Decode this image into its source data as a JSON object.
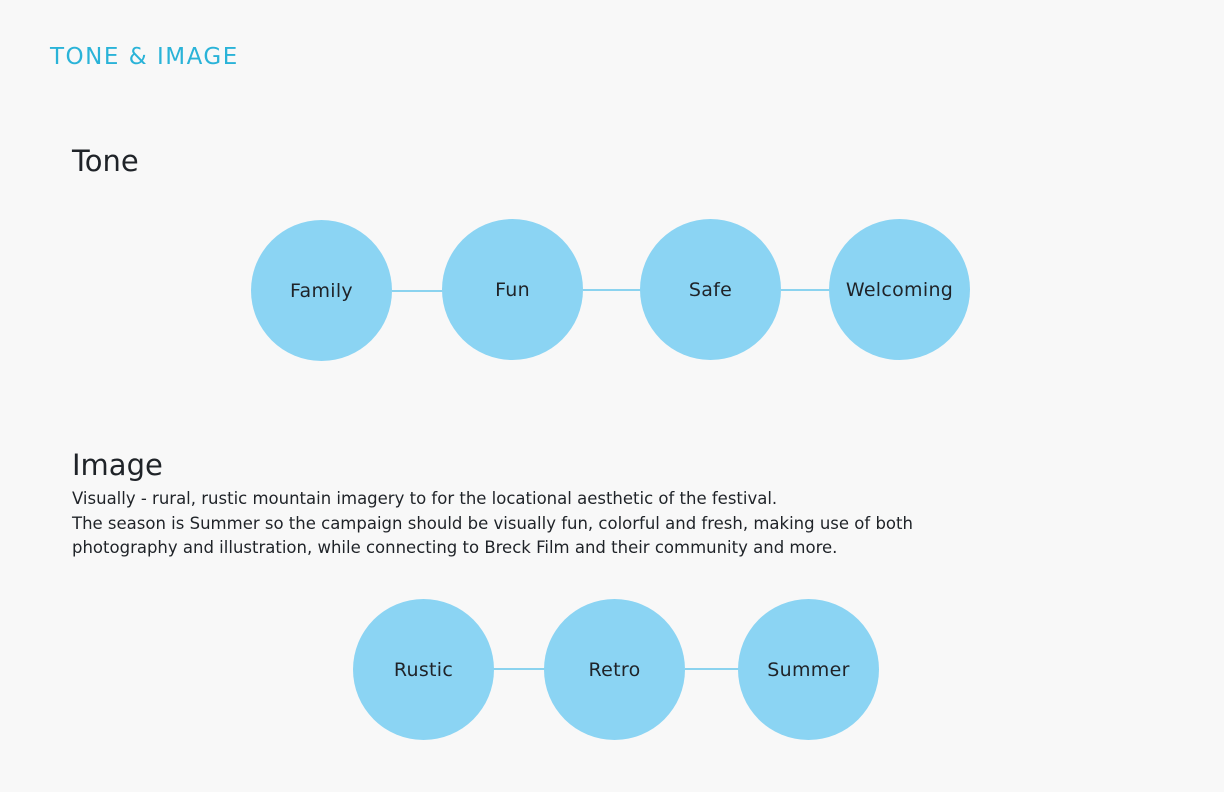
{
  "header": {
    "eyebrow": "TONE & IMAGE"
  },
  "tone": {
    "title": "Tone",
    "nodes": [
      "Family",
      "Fun",
      "Safe",
      "Welcoming"
    ]
  },
  "image": {
    "title": "Image",
    "description": [
      "Visually - rural, rustic mountain imagery to for the locational aesthetic of the festival.",
      "The season is Summer so the campaign should be visually fun, colorful and fresh, making use of both",
      "photography and illustration, while connecting to Breck Film and their community and more."
    ],
    "nodes": [
      "Rustic",
      "Retro",
      "Summer"
    ]
  },
  "colors": {
    "accent": "#2ab3d8",
    "node_fill": "#8bd4f3",
    "connector": "#8bd3ef",
    "background": "#f8f8f8",
    "text": "#1f2328"
  }
}
